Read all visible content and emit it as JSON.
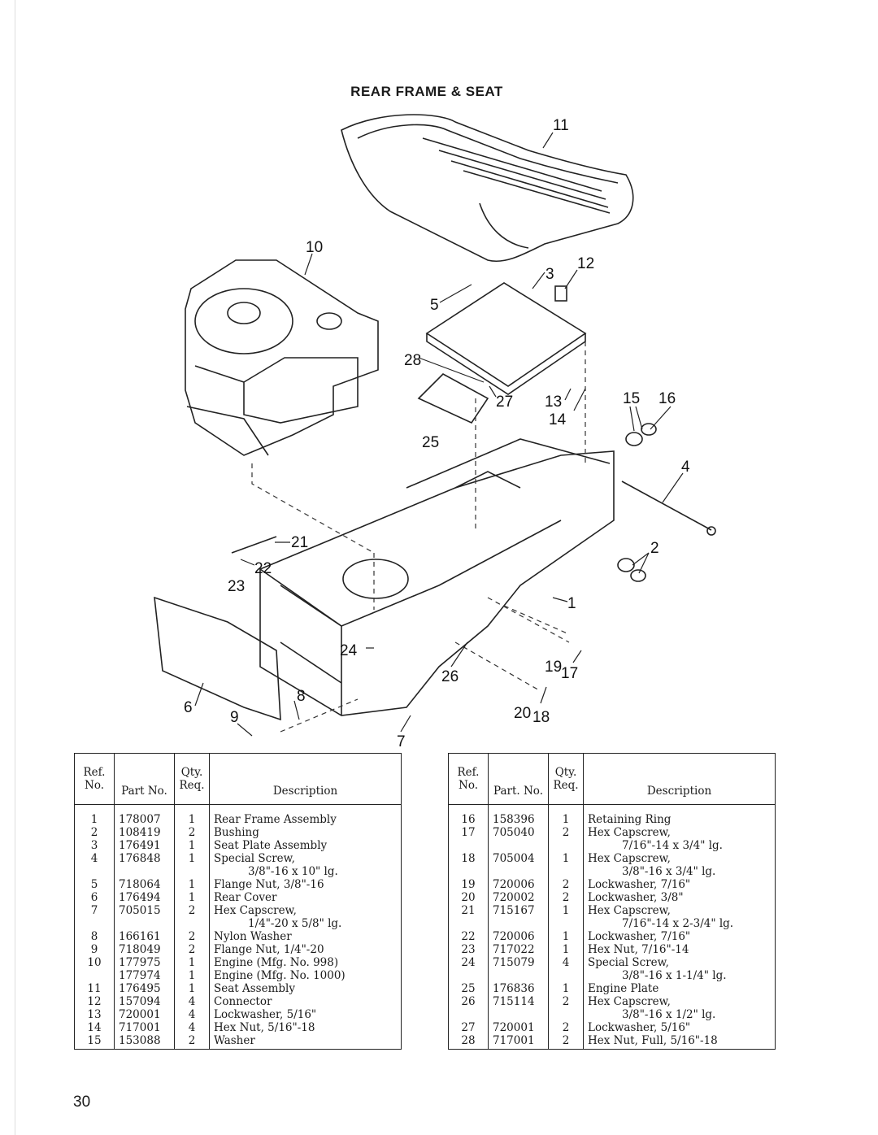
{
  "title": "REAR FRAME & SEAT",
  "page_number": "30",
  "callouts": [
    "11",
    "10",
    "12",
    "3",
    "5",
    "28",
    "27",
    "13",
    "14",
    "15",
    "16",
    "25",
    "4",
    "21",
    "22",
    "23",
    "2",
    "1",
    "24",
    "19",
    "17",
    "26",
    "8",
    "20",
    "18",
    "6",
    "9",
    "7"
  ],
  "table_headers": {
    "ref": "Ref.\nNo.",
    "part_left": "Part No.",
    "part_right": "Part. No.",
    "qty": "Qty.\nReq.",
    "desc": "Description"
  },
  "parts_left": [
    {
      "ref": "1",
      "part": "178007",
      "qty": "1",
      "desc": "Rear Frame Assembly",
      "desc2": ""
    },
    {
      "ref": "2",
      "part": "108419",
      "qty": "2",
      "desc": "Bushing",
      "desc2": ""
    },
    {
      "ref": "3",
      "part": "176491",
      "qty": "1",
      "desc": "Seat Plate Assembly",
      "desc2": ""
    },
    {
      "ref": "4",
      "part": "176848",
      "qty": "1",
      "desc": "Special Screw,",
      "desc2": "3/8\"-16 x 10\" lg."
    },
    {
      "ref": "5",
      "part": "718064",
      "qty": "1",
      "desc": "Flange Nut, 3/8\"-16",
      "desc2": ""
    },
    {
      "ref": "6",
      "part": "176494",
      "qty": "1",
      "desc": "Rear Cover",
      "desc2": ""
    },
    {
      "ref": "7",
      "part": "705015",
      "qty": "2",
      "desc": "Hex Capscrew,",
      "desc2": "1/4\"-20 x 5/8\" lg."
    },
    {
      "ref": "8",
      "part": "166161",
      "qty": "2",
      "desc": "Nylon Washer",
      "desc2": ""
    },
    {
      "ref": "9",
      "part": "718049",
      "qty": "2",
      "desc": "Flange Nut, 1/4\"-20",
      "desc2": ""
    },
    {
      "ref": "10",
      "part": "177975",
      "qty": "1",
      "desc": "Engine (Mfg. No. 998)",
      "desc2": ""
    },
    {
      "ref": "",
      "part": "177974",
      "qty": "1",
      "desc": "Engine (Mfg. No. 1000)",
      "desc2": ""
    },
    {
      "ref": "11",
      "part": "176495",
      "qty": "1",
      "desc": "Seat Assembly",
      "desc2": ""
    },
    {
      "ref": "12",
      "part": "157094",
      "qty": "4",
      "desc": "Connector",
      "desc2": ""
    },
    {
      "ref": "13",
      "part": "720001",
      "qty": "4",
      "desc": "Lockwasher, 5/16\"",
      "desc2": ""
    },
    {
      "ref": "14",
      "part": "717001",
      "qty": "4",
      "desc": "Hex Nut, 5/16\"-18",
      "desc2": ""
    },
    {
      "ref": "15",
      "part": "153088",
      "qty": "2",
      "desc": "Washer",
      "desc2": ""
    }
  ],
  "parts_right": [
    {
      "ref": "16",
      "part": "158396",
      "qty": "1",
      "desc": "Retaining Ring",
      "desc2": ""
    },
    {
      "ref": "17",
      "part": "705040",
      "qty": "2",
      "desc": "Hex Capscrew,",
      "desc2": "7/16\"-14 x 3/4\" lg."
    },
    {
      "ref": "18",
      "part": "705004",
      "qty": "1",
      "desc": "Hex Capscrew,",
      "desc2": "3/8\"-16 x 3/4\" lg."
    },
    {
      "ref": "19",
      "part": "720006",
      "qty": "2",
      "desc": "Lockwasher, 7/16\"",
      "desc2": ""
    },
    {
      "ref": "20",
      "part": "720002",
      "qty": "2",
      "desc": "Lockwasher, 3/8\"",
      "desc2": ""
    },
    {
      "ref": "21",
      "part": "715167",
      "qty": "1",
      "desc": "Hex Capscrew,",
      "desc2": "7/16\"-14 x 2-3/4\" lg."
    },
    {
      "ref": "22",
      "part": "720006",
      "qty": "1",
      "desc": "Lockwasher, 7/16\"",
      "desc2": ""
    },
    {
      "ref": "23",
      "part": "717022",
      "qty": "1",
      "desc": "Hex Nut, 7/16\"-14",
      "desc2": ""
    },
    {
      "ref": "24",
      "part": "715079",
      "qty": "4",
      "desc": "Special Screw,",
      "desc2": "3/8\"-16 x 1-1/4\" lg."
    },
    {
      "ref": "25",
      "part": "176836",
      "qty": "1",
      "desc": "Engine Plate",
      "desc2": ""
    },
    {
      "ref": "26",
      "part": "715114",
      "qty": "2",
      "desc": "Hex Capscrew,",
      "desc2": "3/8\"-16 x 1/2\" lg."
    },
    {
      "ref": "27",
      "part": "720001",
      "qty": "2",
      "desc": "Lockwasher, 5/16\"",
      "desc2": ""
    },
    {
      "ref": "28",
      "part": "717001",
      "qty": "2",
      "desc": "Hex Nut, Full, 5/16\"-18",
      "desc2": ""
    }
  ]
}
